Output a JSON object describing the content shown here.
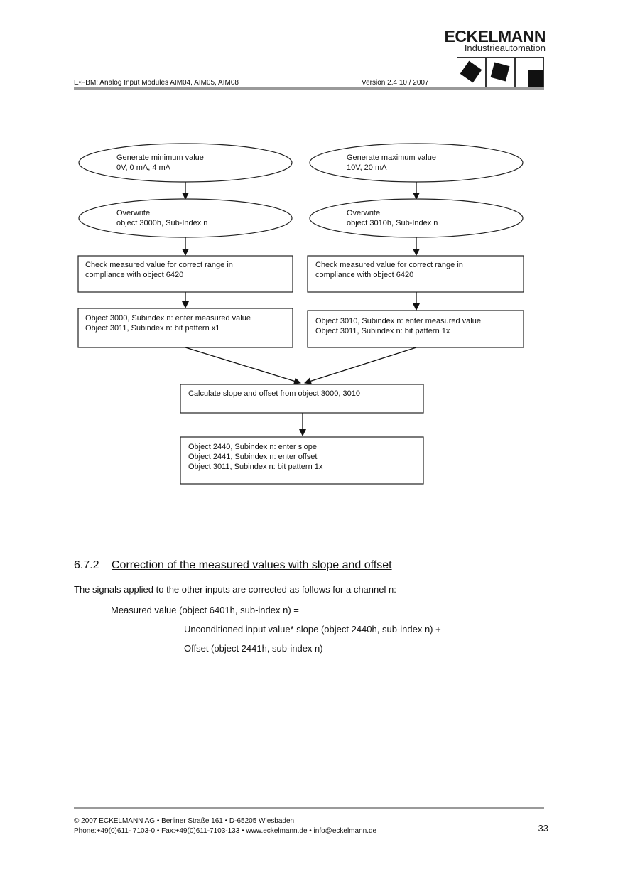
{
  "header": {
    "document_title": "E•FBM: Analog Input Modules AIM04, AIM05, AIM08",
    "version": "Version 2.4  10 / 2007",
    "brand_name": "ECKELMANN",
    "brand_subtitle": "Industrieautomation"
  },
  "flowchart": {
    "left": {
      "start": [
        "Generate minimum value",
        "0V, 0 mA, 4 mA"
      ],
      "overwrite": [
        "Overwrite",
        "object 3000h, Sub-Index n"
      ],
      "check": [
        "Check measured value for correct range in",
        "compliance with object 6420"
      ],
      "enter": [
        "Object 3000, Subindex n: enter measured value",
        "Object 3011, Subindex n:  bit pattern x1"
      ]
    },
    "right": {
      "start": [
        "Generate maximum value",
        "10V, 20 mA"
      ],
      "overwrite": [
        "Overwrite",
        "object 3010h, Sub-Index n"
      ],
      "check": [
        "Check measured value for correct range in",
        "compliance with object 6420"
      ],
      "enter": [
        "Object 3010, Subindex n: enter measured value",
        "Object 3011, Subindex n:  bit pattern 1x"
      ]
    },
    "calculate": [
      "Calculate slope and offset from object 3000, 3010"
    ],
    "result": [
      "Object 2440, Subindex n: enter slope",
      "Object 2441, Subindex n: enter offset",
      "Object 3011, Subindex n:  bit pattern 1x"
    ]
  },
  "section": {
    "number": "6.7.2",
    "title": "Correction of the measured values with slope and offset",
    "intro": "The signals applied to the other inputs are corrected as follows for a channel n:",
    "formula_lhs": "Measured value (object 6401h, sub-index n) =",
    "formula_rhs_1": "Unconditioned input value* slope (object 2440h, sub-index n) +",
    "formula_rhs_2": "Offset (object 2441h, sub-index n)"
  },
  "footer": {
    "line1": "©  2007 ECKELMANN AG • Berliner Straße 161 • D-65205 Wiesbaden",
    "line2": "Phone:+49(0)611- 7103-0 • Fax:+49(0)611-7103-133 • www.eckelmann.de • info@eckelmann.de",
    "page_number": "33"
  }
}
